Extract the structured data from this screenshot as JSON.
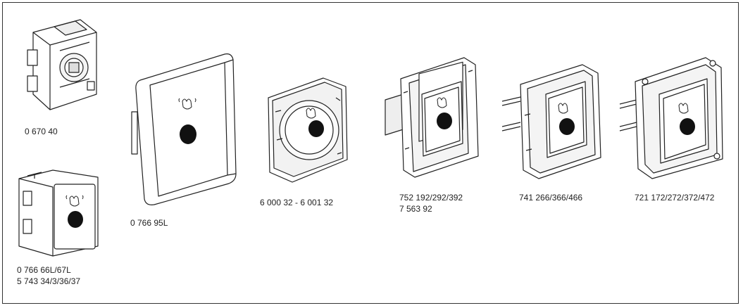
{
  "products": [
    {
      "id": "0 670 40",
      "label": "0 670 40"
    },
    {
      "id": "0 766 66L",
      "label": "0 766 66L/67L\n5 743 34/3/36/37"
    },
    {
      "id": "0 766 95L",
      "label": "0 766 95L"
    },
    {
      "id": "6 000 32",
      "label": "6 000 32 - 6 001 32"
    },
    {
      "id": "752 192",
      "label": "752 192/292/392\n7 563 92"
    },
    {
      "id": "741 266",
      "label": "741 266/366/466"
    },
    {
      "id": "721 172",
      "label": "721 172/272/372/472"
    }
  ],
  "colors": {
    "line": "#222222",
    "sensor": "#111111",
    "fill": "#ffffff",
    "shade": "#e6e6e6"
  }
}
